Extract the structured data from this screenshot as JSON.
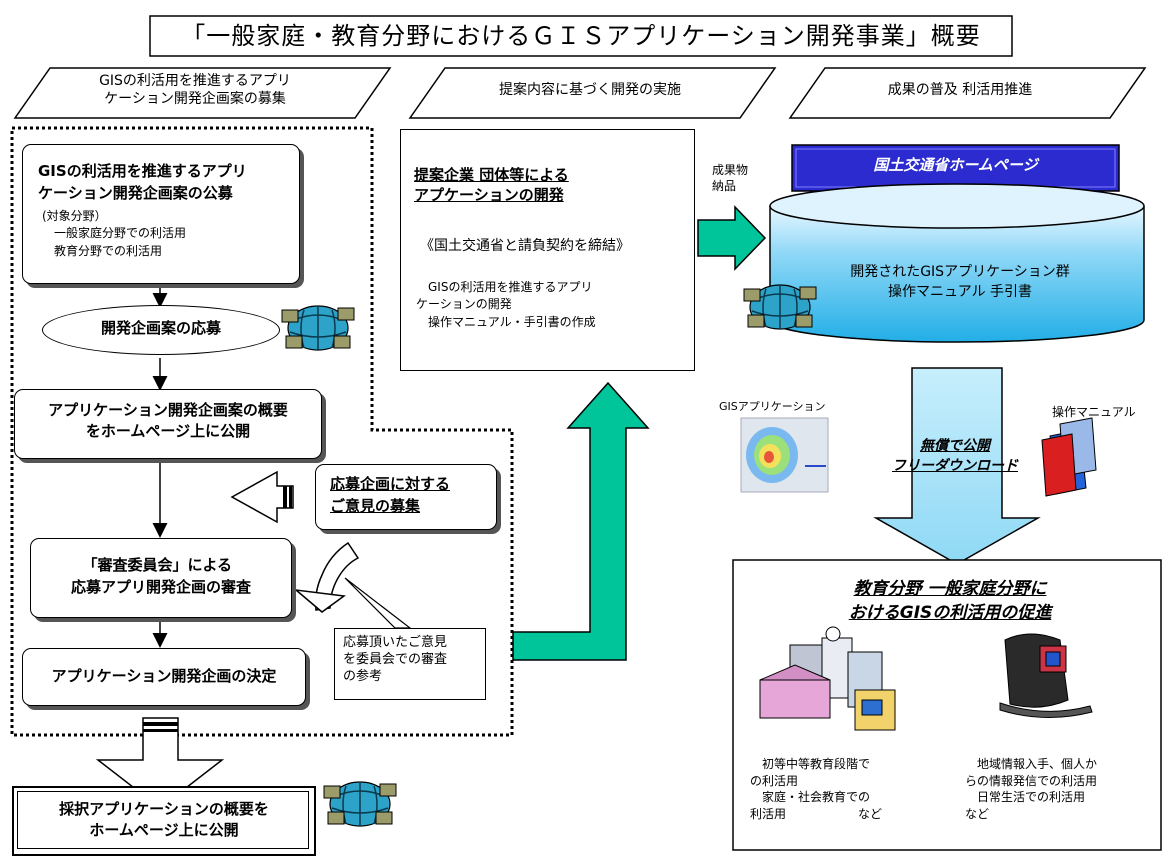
{
  "title": "「一般家庭・教育分野におけるＧＩＳアプリケーション開発事業」概要",
  "phases": {
    "phase1": "GISの利活用を推進するアプリ\nケーション開発企画案の募集",
    "phase2": "提案内容に基づく開発の実施",
    "phase3": "成果の普及 利活用推進"
  },
  "left": {
    "step1_title": "GISの利活用を推進するアプリ\nケーション開発企画案の公募",
    "step1_detail": "(対象分野）\n　一般家庭分野での利活用\n　教育分野での利活用",
    "step2": "開発企画案の応募",
    "step3": "アプリケーション開発企画案の概要\nをホームページ上に公開",
    "step4": "｢審査委員会」による\n応募アプリ開発企画の審査",
    "step5": "アプリケーション開発企画の決定",
    "step6": "採択アプリケーションの概要を\nホームページ上に公開",
    "opinion_box": "応募企画に対する\nご意見の募集",
    "callout": "応募頂いたご意見\nを委員会での審査\nの参考"
  },
  "middle": {
    "title": "提案企業 団体等による\nアプケーションの開発",
    "contract": "《国土交通省と請負契約を締結》",
    "detail": "　GISの利活用を推進するアプリ\nケーションの開発\n　操作マニュアル・手引書の作成"
  },
  "right": {
    "deliverable_label": "成果物\n納品",
    "homepage": "国土交通省ホームページ",
    "database": "開発されたGISアプリケーション群\n操作マニュアル 手引書",
    "gis_app_label": "GISアプリケーション",
    "manual_label": "操作マニュアル",
    "free_download": "無償で公開\nフリーダウンロード",
    "promotion_title": "教育分野 一般家庭分野に\nおけるGISの利活用の促進",
    "use_school": "　初等中等教育段階で\nの利活用\n　家庭・社会教育での\n利活用　　　　　　など",
    "use_home": "　地域情報入手、個人か\nらの情報発信での利活用\n　日常生活での利活用\nなど"
  },
  "colors": {
    "teal_arrow": "#00c49a",
    "homepage_bg": "#2b2bd0",
    "cylinder_top": "#bfe9ff",
    "cylinder_body": "#4cc1ee"
  }
}
